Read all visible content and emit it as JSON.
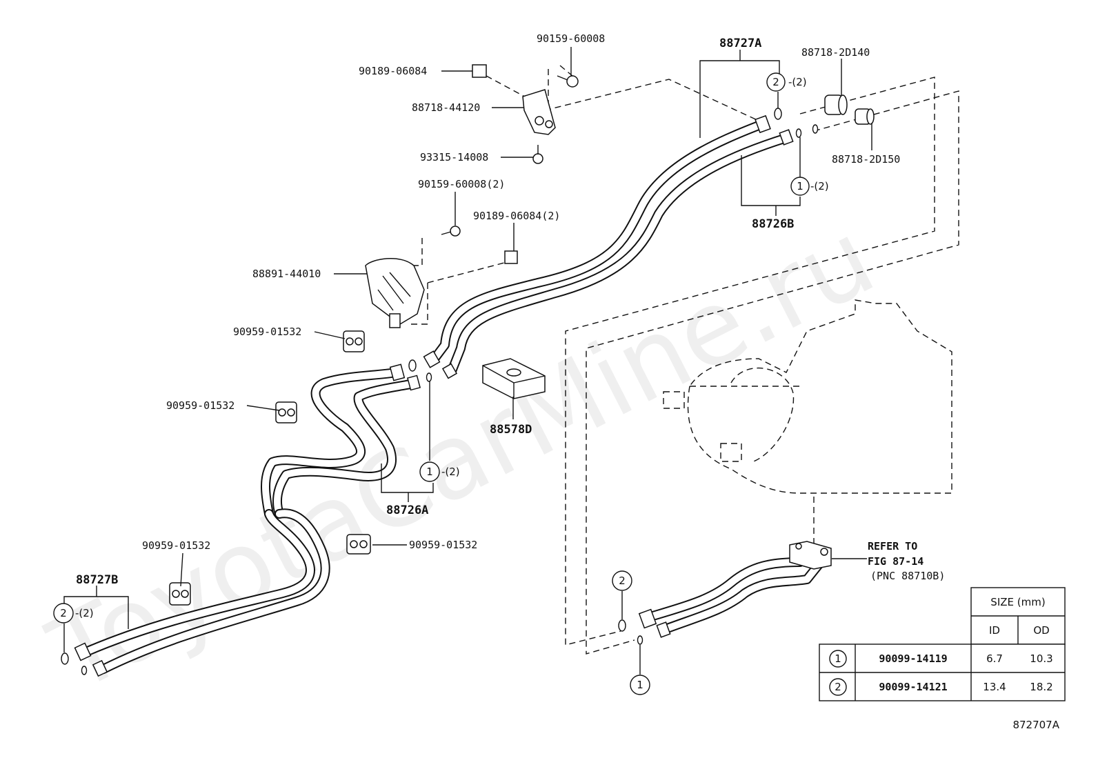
{
  "watermark": "ToyotaCarMine.ru",
  "diagram_id": "872707A",
  "labels": {
    "p90159_60008": "90159-60008",
    "p90189_06084": "90189-06084",
    "p88718_44120": "88718-44120",
    "p93315_14008": "93315-14008",
    "p90159_60008_2": "90159-60008(2)",
    "p90189_06084_2": "90189-06084(2)",
    "p88891_44010": "88891-44010",
    "p90959_01532_a": "90959-01532",
    "p90959_01532_b": "90959-01532",
    "p90959_01532_c": "90959-01532",
    "p90959_01532_d": "90959-01532",
    "p88727A": "88727A",
    "p88718_2D140": "88718-2D140",
    "p88718_2D150": "88718-2D150",
    "p88726B": "88726B",
    "p88578D": "88578D",
    "p88726A": "88726A",
    "p88727B": "88727B"
  },
  "callouts": {
    "c2_top_num": "2",
    "c2_top_qty": "-(2)",
    "c1_right_num": "1",
    "c1_right_qty": "-(2)",
    "c1_mid_num": "1",
    "c1_mid_qty": "-(2)",
    "c2_left_num": "2",
    "c2_left_qty": "-(2)",
    "c2_comp_num": "2",
    "c1_comp_num": "1"
  },
  "refer": {
    "line1": "REFER TO",
    "line2": "FIG 87-14",
    "line3": "(PNC 88710B)"
  },
  "size_table": {
    "title": "SIZE (mm)",
    "col_id": "ID",
    "col_od": "OD",
    "rows": [
      {
        "num": "1",
        "part": "90099-14119",
        "id": "6.7",
        "od": "10.3"
      },
      {
        "num": "2",
        "part": "90099-14121",
        "id": "13.4",
        "od": "18.2"
      }
    ]
  }
}
